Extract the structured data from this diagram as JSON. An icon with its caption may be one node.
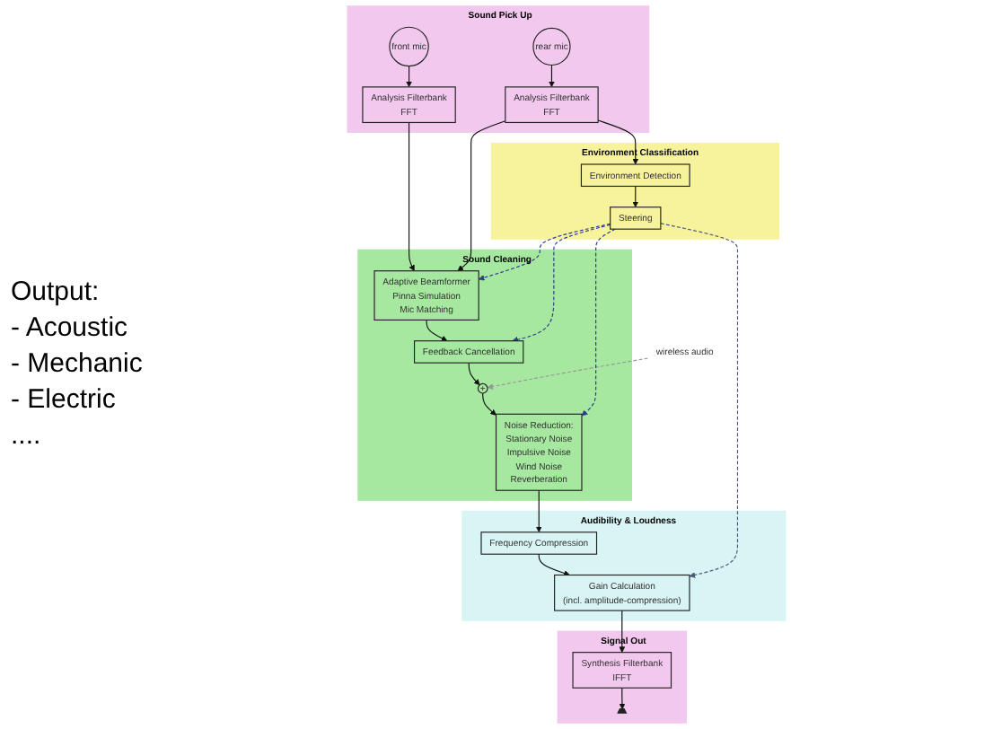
{
  "diagram": {
    "nodes": [
      {
        "text": [
          "Sound Pick Up"
        ]
      },
      {
        "text": [
          "front mic"
        ],
        "in": 0
      },
      {
        "text": [
          "Analysis Filterbank",
          "FFT"
        ],
        "in": 0
      },
      {
        "text": [
          "rear mic"
        ],
        "in": 0
      },
      {
        "text": [
          "Analysis Filterbank",
          "FFT"
        ],
        "in": 0
      },
      {
        "text": [
          "Sound Cleaning"
        ]
      },
      {
        "text": [
          "Adaptive Beamformer",
          "Pinna Simulation",
          "Mic Matching"
        ],
        "in": 5
      },
      {
        "text": [
          "Feedback Cancellation"
        ],
        "in": 5
      },
      {
        "text": [
          "+"
        ],
        "in": 5
      },
      {
        "text": [
          "wireless audio"
        ]
      },
      {
        "text": [
          "Noise Reduction:",
          "Stationary Noise",
          "Impulsive Noise",
          "Wind Noise",
          "Reverberation"
        ],
        "in": 5
      },
      {
        "text": [
          "Environment Classification"
        ]
      },
      {
        "text": [
          "Environment Detection"
        ],
        "in": 11
      },
      {
        "text": [
          "Steering"
        ],
        "in": 11
      },
      {
        "text": [
          "Signal Out"
        ]
      },
      {
        "text": [
          "Synthesis Filterbank",
          "IFFT"
        ],
        "in": 14
      },
      {
        "text": [],
        "shape": "speaker",
        "in": 14
      },
      {
        "text": [
          "Audibility & Loudness"
        ]
      },
      {
        "text": [
          "Gain Calculation",
          "(incl. amplitude-compression)"
        ],
        "in": 17
      },
      {
        "text": [
          "Frequency Compression"
        ],
        "in": 17
      }
    ],
    "edges": [
      {
        "from": 1,
        "to": 2,
        "arrow": "to"
      },
      {
        "from": 3,
        "to": 4,
        "arrow": "to"
      },
      {
        "from": 2,
        "to": 6,
        "arrow": "to"
      },
      {
        "from": 4,
        "to": 6,
        "arrow": "to"
      },
      {
        "from": 4,
        "to": 12,
        "arrow": "to"
      },
      {
        "from": 6,
        "to": 7,
        "arrow": "to"
      },
      {
        "from": 7,
        "to": 8,
        "arrow": "to"
      },
      {
        "from": 9,
        "to": 8,
        "arrow": "to",
        "style": "dashed",
        "color": "#999999"
      },
      {
        "from": 8,
        "to": 10,
        "arrow": "to"
      },
      {
        "from": 10,
        "to": 19,
        "arrow": "to"
      },
      {
        "from": 19,
        "to": 18,
        "arrow": "to"
      },
      {
        "from": 18,
        "to": 15,
        "arrow": "to"
      },
      {
        "from": 15,
        "to": 16,
        "arrow": "to"
      },
      {
        "from": 12,
        "to": 13,
        "arrow": "to"
      },
      {
        "from": 13,
        "to": 6,
        "arrow": "to",
        "style": "dashed",
        "color": "#2e3d8c"
      },
      {
        "from": 13,
        "to": 7,
        "arrow": "to",
        "style": "dashed",
        "color": "#2e3d8c"
      },
      {
        "from": 13,
        "to": 10,
        "arrow": "to",
        "style": "dashed",
        "color": "#2e3d8c"
      },
      {
        "from": 13,
        "to": 18,
        "arrow": "to",
        "style": "dashed",
        "color": "#4a5a78"
      }
    ],
    "labels": [
      "Output:",
      "- Acoustic",
      "- Mechanic",
      "- Electric",
      "...."
    ]
  }
}
